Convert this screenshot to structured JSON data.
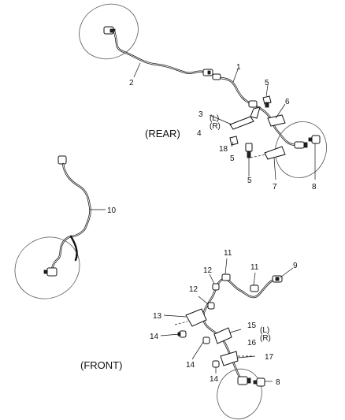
{
  "sections": {
    "rear": "(REAR)",
    "front": "(FRONT)"
  },
  "callouts": {
    "c1": "1",
    "c2": "2",
    "c3": "3",
    "c3_l": "(L)",
    "c3_r": "(R)",
    "c4": "4",
    "c5a": "5",
    "c5b": "5",
    "c5c": "5",
    "c6": "6",
    "c7": "7",
    "c8a": "8",
    "c8b": "8",
    "c9": "9",
    "c10": "10",
    "c11a": "11",
    "c11b": "11",
    "c12a": "12",
    "c12b": "12",
    "c13": "13",
    "c14a": "14",
    "c14b": "14",
    "c14c": "14",
    "c15": "15",
    "c15_l": "(L)",
    "c16": "16",
    "c16_r": "(R)",
    "c17": "17",
    "c18": "18"
  }
}
